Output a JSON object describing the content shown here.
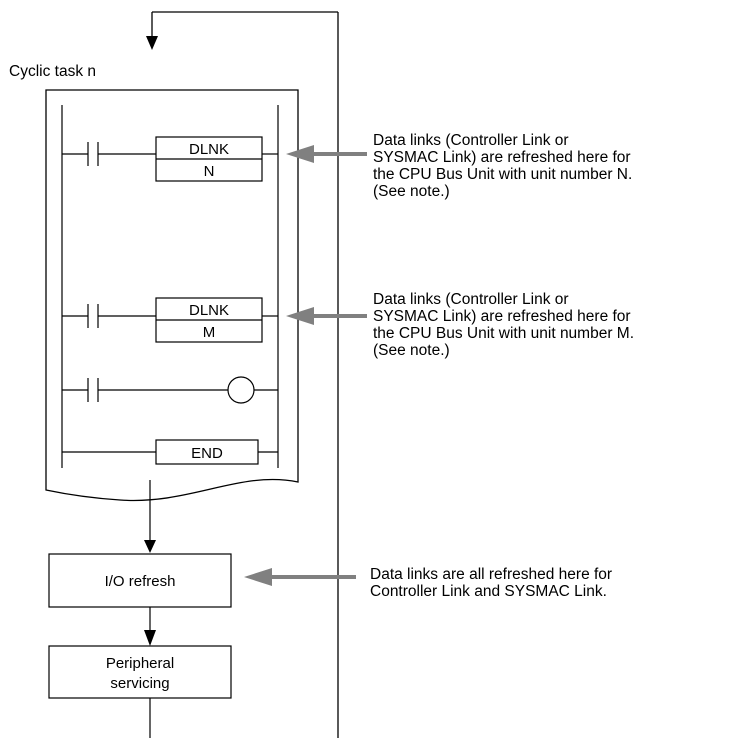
{
  "task_label": "Cyclic task n",
  "ladder": {
    "rung1": {
      "instruction": "DLNK",
      "operand": "N"
    },
    "rung2": {
      "instruction": "DLNK",
      "operand": "M"
    },
    "end_label": "END"
  },
  "notes": {
    "note_n": [
      "Data links (Controller Link or",
      "SYSMAC Link) are refreshed here for",
      "the CPU Bus Unit with unit number N.",
      "(See note.)"
    ],
    "note_m": [
      "Data links (Controller Link or",
      "SYSMAC Link) are refreshed here for",
      "the CPU Bus Unit with unit number M.",
      "(See note.)"
    ],
    "note_io": [
      "Data links are all refreshed here for",
      "Controller Link and SYSMAC Link."
    ]
  },
  "flow": {
    "io_refresh": "I/O refresh",
    "peripheral_line1": "Peripheral",
    "peripheral_line2": "servicing"
  }
}
